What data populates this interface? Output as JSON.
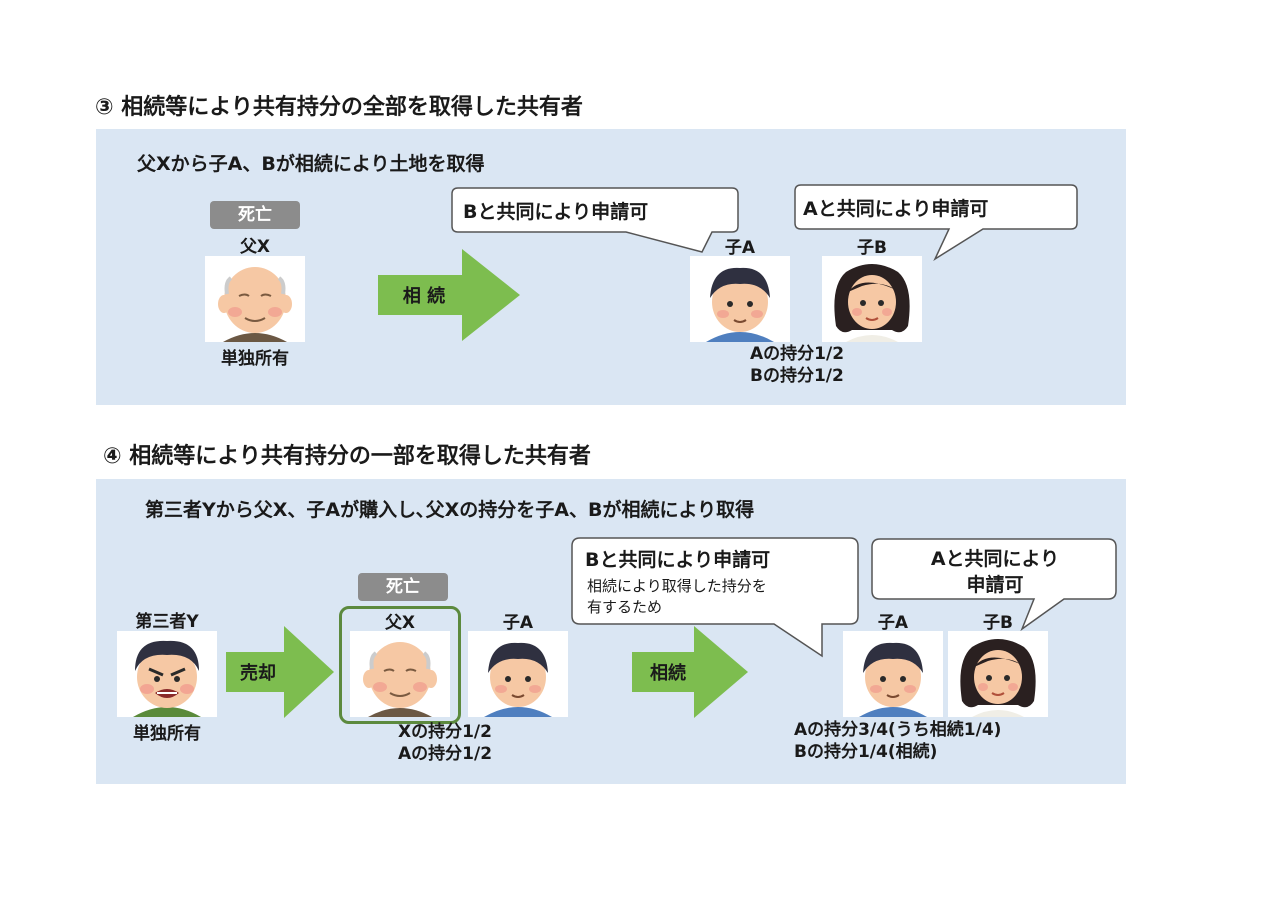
{
  "section3": {
    "heading": "③ 相続等により共有持分の全部を取得した共有者",
    "subtitle": "父Xから子A、Bが相続により土地を取得",
    "deceased_badge": "死亡",
    "father_label": "父X",
    "father_ownership": "単独所有",
    "arrow_label": "相 続",
    "child_a_label": "子A",
    "child_b_label": "子B",
    "bubble_a": "Bと共同により申請可",
    "bubble_b": "Aと共同により申請可",
    "share_a": "Aの持分1/2",
    "share_b": "Bの持分1/2"
  },
  "section4": {
    "heading": "④ 相続等により共有持分の一部を取得した共有者",
    "subtitle": "第三者Yから父X、子Aが購入し､父Xの持分を子A、Bが相続により取得",
    "third_party_label": "第三者Y",
    "third_party_ownership": "単独所有",
    "sale_arrow_label": "売却",
    "deceased_badge": "死亡",
    "father_label": "父X",
    "child_a_buyer_label": "子A",
    "share_x": "Xの持分1/2",
    "share_a_initial": "Aの持分1/2",
    "inherit_arrow_label": "相続",
    "bubble_a_title": "Bと共同により申請可",
    "bubble_a_line1": "相続により取得した持分を",
    "bubble_a_line2": "有するため",
    "bubble_b_line1": "Aと共同により",
    "bubble_b_line2": "申請可",
    "child_a_label": "子A",
    "child_b_label": "子B",
    "share_a_final": "Aの持分3/4(うち相続1/4)",
    "share_b_final": "Bの持分1/4(相続)"
  },
  "colors": {
    "panel": "#dae6f3",
    "arrow": "#7dbd4f",
    "badge": "#8c8c8c",
    "frame": "#5c8a3e"
  }
}
